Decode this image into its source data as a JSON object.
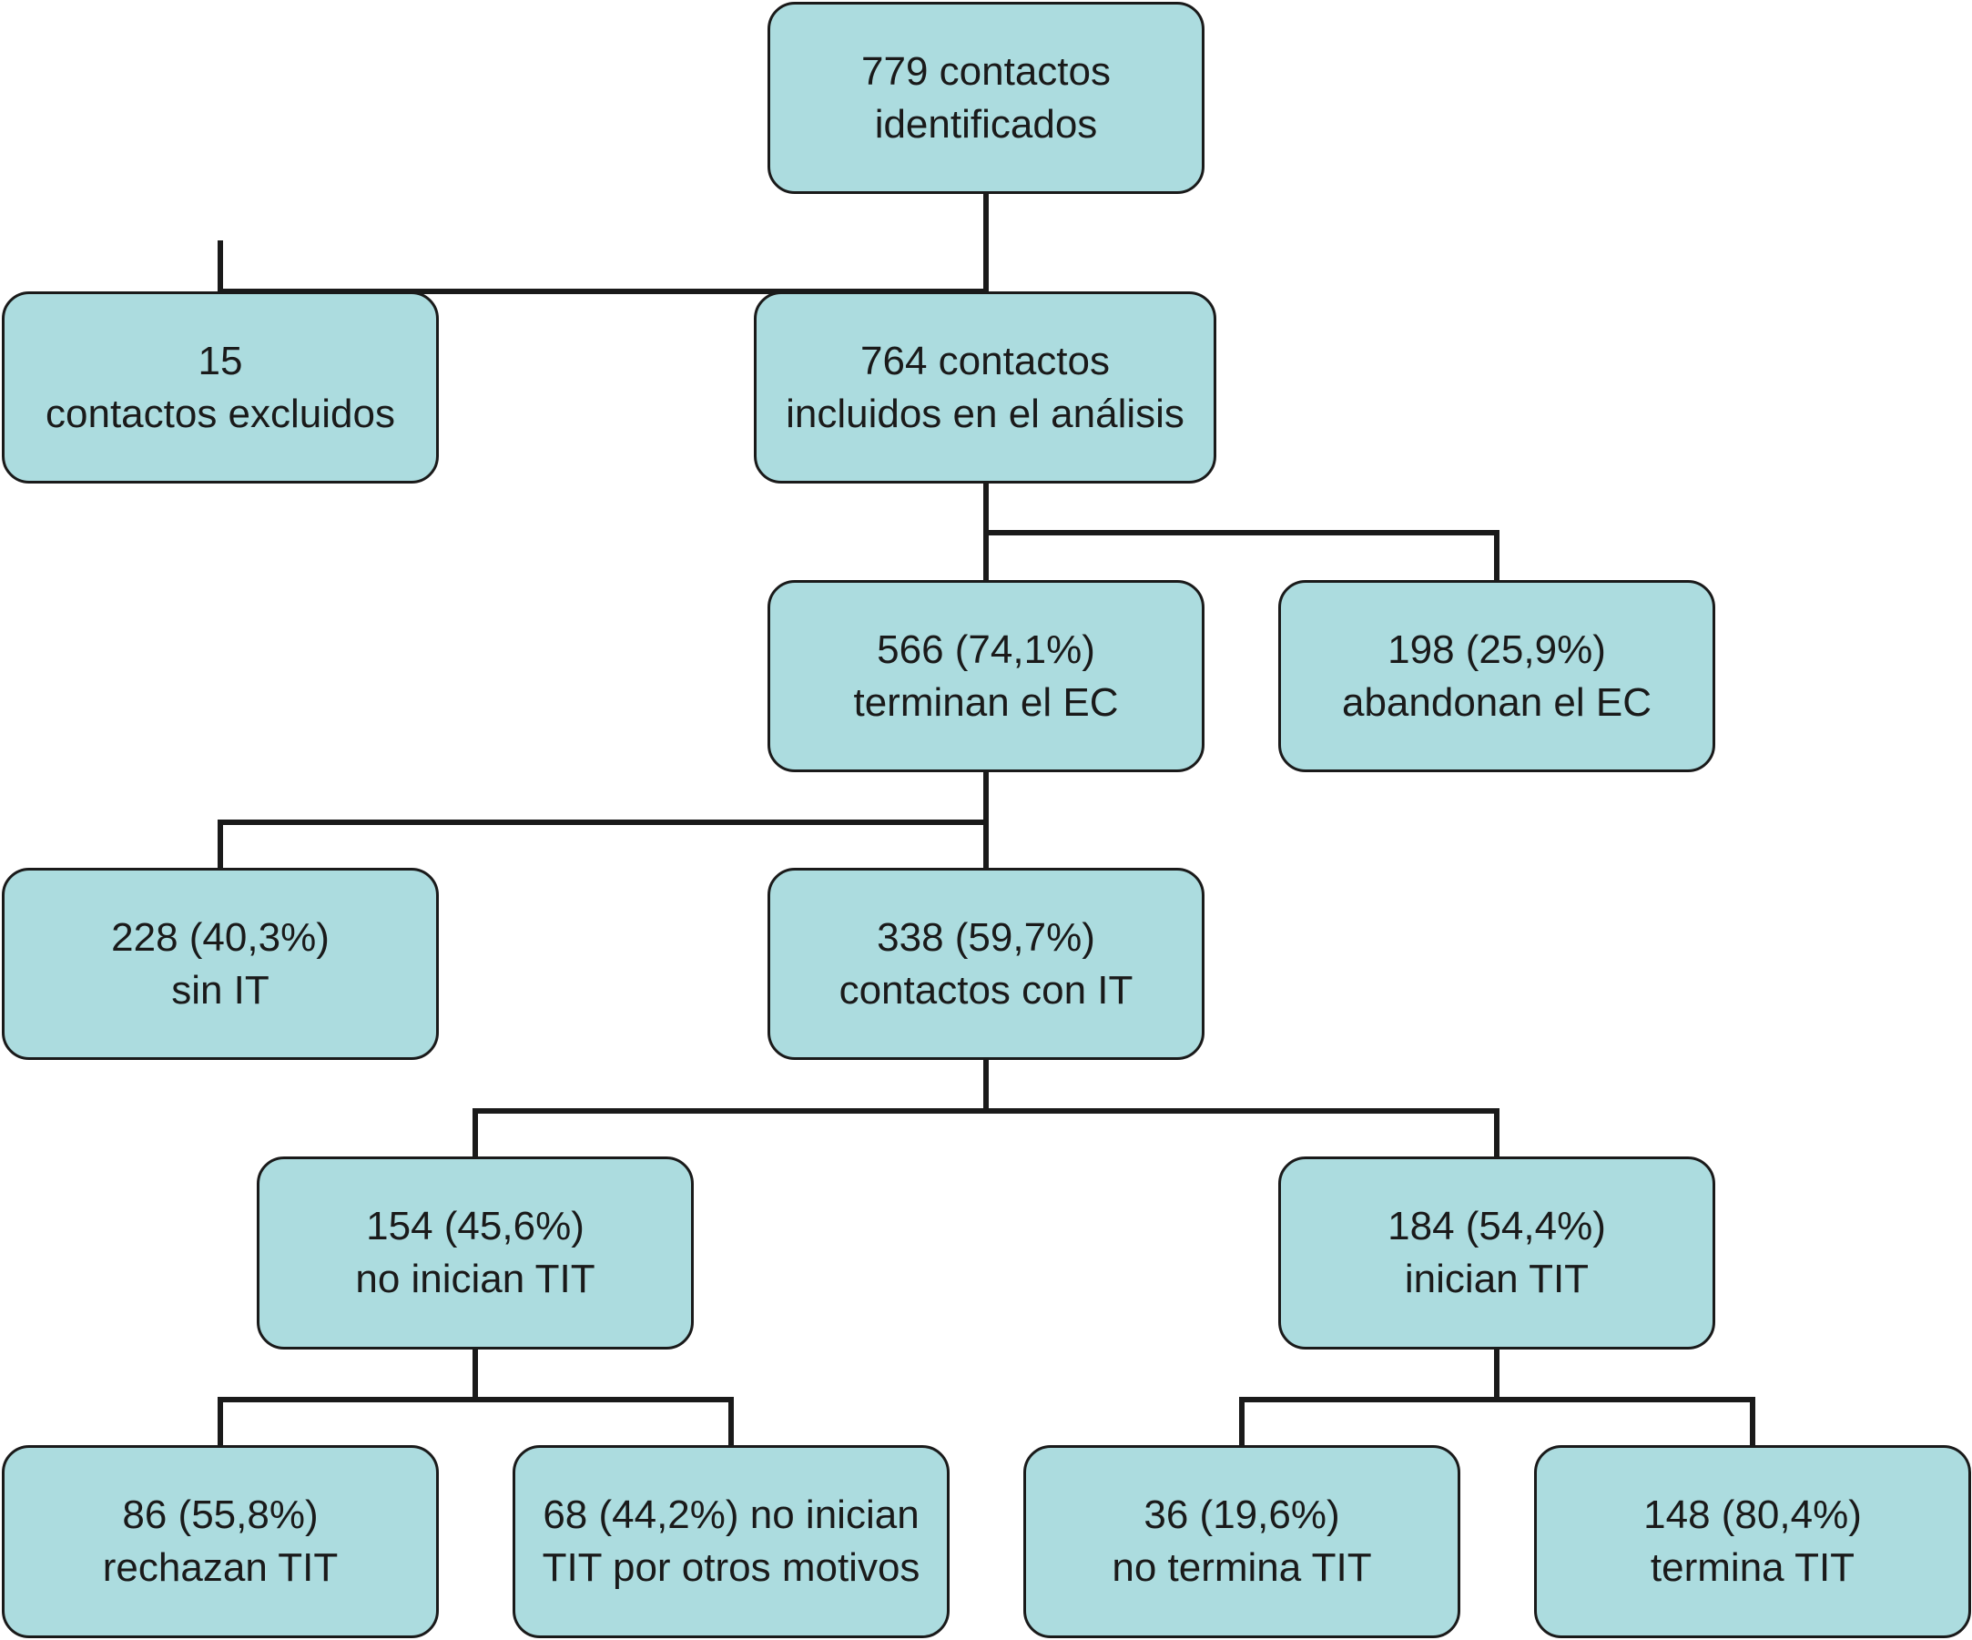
{
  "colors": {
    "node_fill": "#acdcdf",
    "node_border": "#1a1a1a",
    "connector": "#1a1a1a"
  },
  "nodes": {
    "identified": {
      "line1": "779 contactos",
      "line2": "identificados"
    },
    "excluded": {
      "line1": "15",
      "line2": "contactos excluidos"
    },
    "included": {
      "line1": "764 contactos",
      "line2": "incluidos en el análisis"
    },
    "finish_ec": {
      "line1": "566 (74,1%)",
      "line2": "terminan el EC"
    },
    "abandon_ec": {
      "line1": "198 (25,9%)",
      "line2": "abandonan el EC"
    },
    "without_it": {
      "line1": "228 (40,3%)",
      "line2": "sin IT"
    },
    "with_it": {
      "line1": "338 (59,7%)",
      "line2": "contactos con IT"
    },
    "not_start_tit": {
      "line1": "154 (45,6%)",
      "line2": "no inician TIT"
    },
    "start_tit": {
      "line1": "184 (54,4%)",
      "line2": "inician TIT"
    },
    "reject_tit": {
      "line1": "86 (55,8%)",
      "line2": "rechazan TIT"
    },
    "other_reasons": {
      "line1": "68 (44,2%) no inician",
      "line2": "TIT por otros motivos"
    },
    "not_finish_tit": {
      "line1": "36 (19,6%)",
      "line2": "no termina TIT"
    },
    "finish_tit": {
      "line1": "148 (80,4%)",
      "line2": "termina TIT"
    }
  }
}
